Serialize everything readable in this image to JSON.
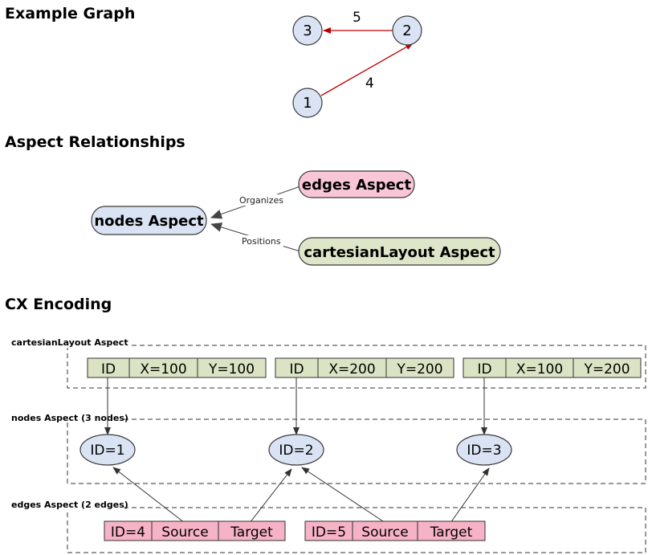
{
  "headings": {
    "example_graph": "Example Graph",
    "aspect_relationships": "Aspect Relationships",
    "cx_encoding": "CX Encoding"
  },
  "example_graph": {
    "nodes": [
      "1",
      "2",
      "3"
    ],
    "edges": [
      {
        "source": "1",
        "target": "2",
        "weight": "4"
      },
      {
        "source": "2",
        "target": "3",
        "weight": "5"
      }
    ]
  },
  "aspect_relationships": {
    "aspects": {
      "nodes": "nodes Aspect",
      "edges": "edges Aspect",
      "cartesian": "cartesianLayout Aspect"
    },
    "relations": {
      "organizes": "Organizes",
      "positions": "Positions"
    }
  },
  "cx_encoding": {
    "layout_box_label": "cartesianLayout Aspect",
    "nodes_box_label": "nodes Aspect (3 nodes)",
    "edges_box_label": "edges Aspect (2 edges)",
    "layout_records": [
      [
        "ID",
        "X=100",
        "Y=100"
      ],
      [
        "ID",
        "X=200",
        "Y=200"
      ],
      [
        "ID",
        "X=100",
        "Y=200"
      ]
    ],
    "node_ids": [
      "ID=1",
      "ID=2",
      "ID=3"
    ],
    "edge_records": [
      [
        "ID=4",
        "Source",
        "Target"
      ],
      [
        "ID=5",
        "Source",
        "Target"
      ]
    ]
  },
  "colors": {
    "node_fill": "#dae3f3",
    "node_stroke": "#3b3b3b",
    "edge_red": "#c00000",
    "edges_aspect_fill": "#f8c6d6",
    "cartesian_fill": "#dde6c8",
    "layout_cell_fill": "#dbe3c4",
    "edge_cell_fill": "#f6b2c7"
  }
}
